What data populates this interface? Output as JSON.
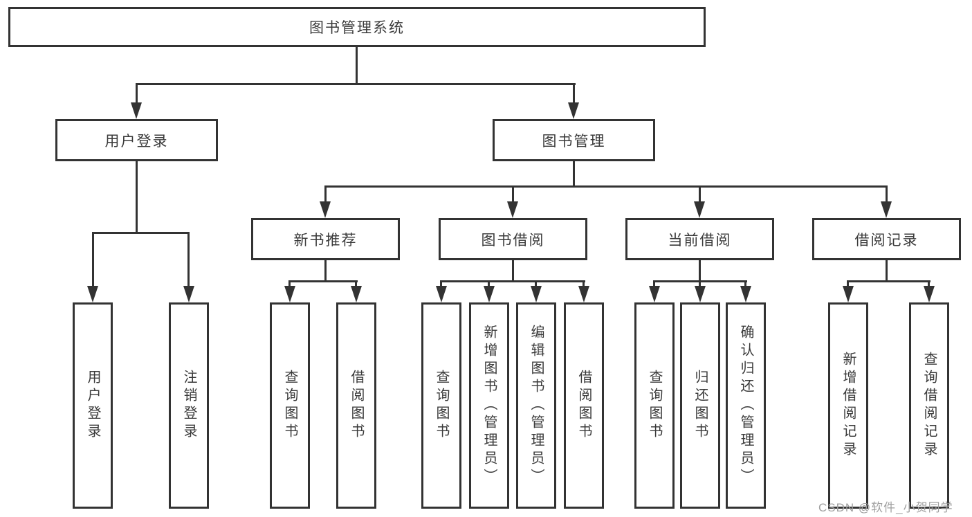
{
  "diagram": {
    "type": "tree",
    "root": "图书管理系统",
    "level2": [
      "用户登录",
      "图书管理"
    ],
    "level3": {
      "parent": "图书管理",
      "items": [
        "新书推荐",
        "图书借阅",
        "当前借阅",
        "借阅记录"
      ]
    },
    "leaves": {
      "user_login": {
        "parent": "用户登录",
        "items": [
          "用户登录",
          "注销登录"
        ]
      },
      "new_book_recommend": {
        "parent": "新书推荐",
        "items": [
          "查询图书",
          "借阅图书"
        ]
      },
      "book_borrow": {
        "parent": "图书借阅",
        "items": [
          "查询图书",
          "新增图书（管理员）",
          "编辑图书（管理员）",
          "借阅图书"
        ]
      },
      "current_borrow": {
        "parent": "当前借阅",
        "items": [
          "查询图书",
          "归还图书",
          "确认归还（管理员）"
        ]
      },
      "borrow_records": {
        "parent": "借阅记录",
        "items": [
          "新增借阅记录",
          "查询借阅记录"
        ]
      }
    },
    "colors": {
      "line": "#333333",
      "text": "#3a3a3a",
      "background": "#ffffff",
      "watermark": "#a0a0a0"
    }
  },
  "watermark": {
    "text": "CSDN @软件_小贺同学"
  }
}
